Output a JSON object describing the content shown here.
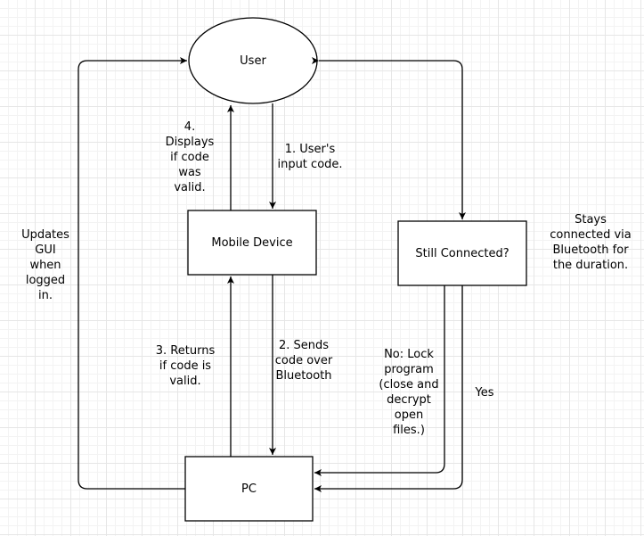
{
  "nodes": {
    "user": "User",
    "mobile_device": "Mobile Device",
    "still_connected": "Still Connected?",
    "pc": "PC"
  },
  "edges": {
    "user_to_mobile": "1. User's\ninput code.",
    "mobile_to_pc": "2. Sends\ncode over\nBluetooth",
    "pc_to_mobile": "3. Returns\nif code is\nvalid.",
    "mobile_to_user": "4.\nDisplays\nif code\nwas\nvalid.",
    "pc_to_user": "Updates\nGUI\nwhen\nlogged\nin.",
    "still_connected_no": "No: Lock\nprogram\n(close and\ndecrypt\nopen\nfiles.)",
    "still_connected_yes": "Yes"
  },
  "annotations": {
    "stays_connected": "Stays\nconnected via\nBluetooth for\nthe duration."
  }
}
